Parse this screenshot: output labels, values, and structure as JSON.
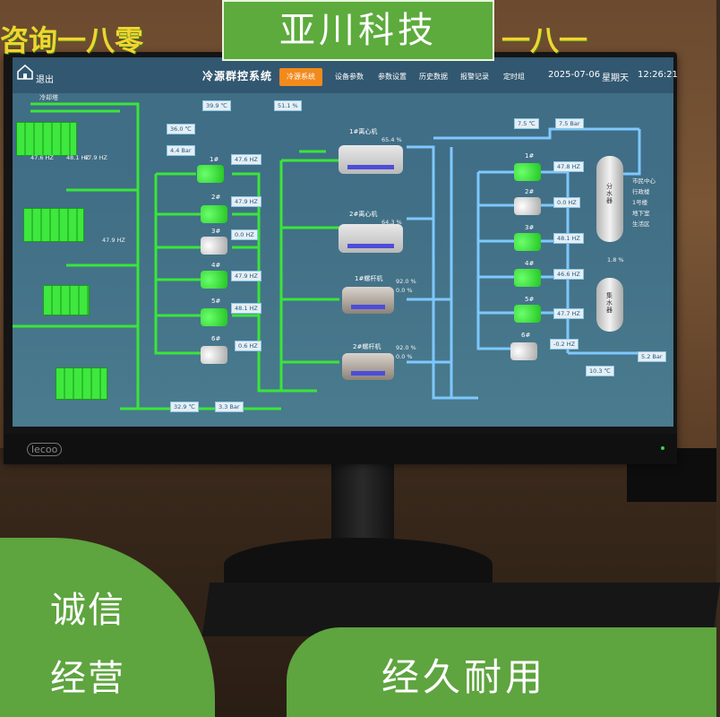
{
  "overlay": {
    "title": "亚川科技",
    "left_top": "咨询一八零",
    "right_top": "一八一",
    "bottom_left_1": "诚信",
    "bottom_left_2": "经营",
    "bottom_right": "经久耐用"
  },
  "monitor": {
    "brand": "lecoo"
  },
  "screen": {
    "exit": "退出",
    "system_title": "冷源群控系统",
    "tabs": [
      "冷源系统",
      "设备参数",
      "参数设置",
      "历史数据",
      "报警记录",
      "定时组"
    ],
    "active_tab": 0,
    "date": "2025-07-06",
    "weekday": "星期天",
    "time": "12:26:21",
    "cooling_tower_label": "冷却塔",
    "top_values": [
      "39.9 ℃",
      "51.1 %"
    ],
    "cooling_supply_temp": "36.0 ℃",
    "cooling_flow": "4.4 Bar",
    "tower_freqs": [
      "47.6 HZ",
      "48.1 HZ",
      "47.9 HZ",
      "47.9 HZ"
    ],
    "cooling_pumps": [
      {
        "name": "1#",
        "freq": "47.6 HZ"
      },
      {
        "name": "2#",
        "freq": "47.9 HZ"
      },
      {
        "name": "3#",
        "freq": "0.0 HZ"
      },
      {
        "name": "4#",
        "freq": "47.9 HZ"
      },
      {
        "name": "5#",
        "freq": "48.1 HZ"
      },
      {
        "name": "6#",
        "freq": "0.6 HZ"
      }
    ],
    "bottom_values": [
      "32.9 ℃",
      "3.3 Bar"
    ],
    "chillers": [
      {
        "name": "1#离心机",
        "load": "65.4 %"
      },
      {
        "name": "2#离心机",
        "load": "64.3 %"
      },
      {
        "name": "1#螺杆机",
        "load": "92.0 %",
        "load2": "0.0 %"
      },
      {
        "name": "2#螺杆机",
        "load": "92.0 %",
        "load2": "0.0 %"
      }
    ],
    "chilled_values": [
      "7.5 ℃",
      "7.5 Bar"
    ],
    "chilled_pumps": [
      {
        "name": "1#",
        "freq": "47.8 HZ"
      },
      {
        "name": "2#",
        "freq": "0.0 HZ"
      },
      {
        "name": "3#",
        "freq": "48.1 HZ"
      },
      {
        "name": "4#",
        "freq": "46.6 HZ"
      },
      {
        "name": "5#",
        "freq": "47.7 HZ"
      },
      {
        "name": "6#",
        "freq": "-0.2 HZ"
      }
    ],
    "tank_supply": "分水器",
    "tank_return": "集水器",
    "branches": [
      "市民中心",
      "行政楼",
      "1号楼",
      "地下室",
      "生活区"
    ],
    "bypass": "1.8 %",
    "return_values": [
      "10.3 ℃",
      "5.2 Bar"
    ],
    "colors": {
      "tab_active": "#f28a1c",
      "pipe_green": "#39e639",
      "pipe_blue": "#7ec8ff"
    }
  }
}
